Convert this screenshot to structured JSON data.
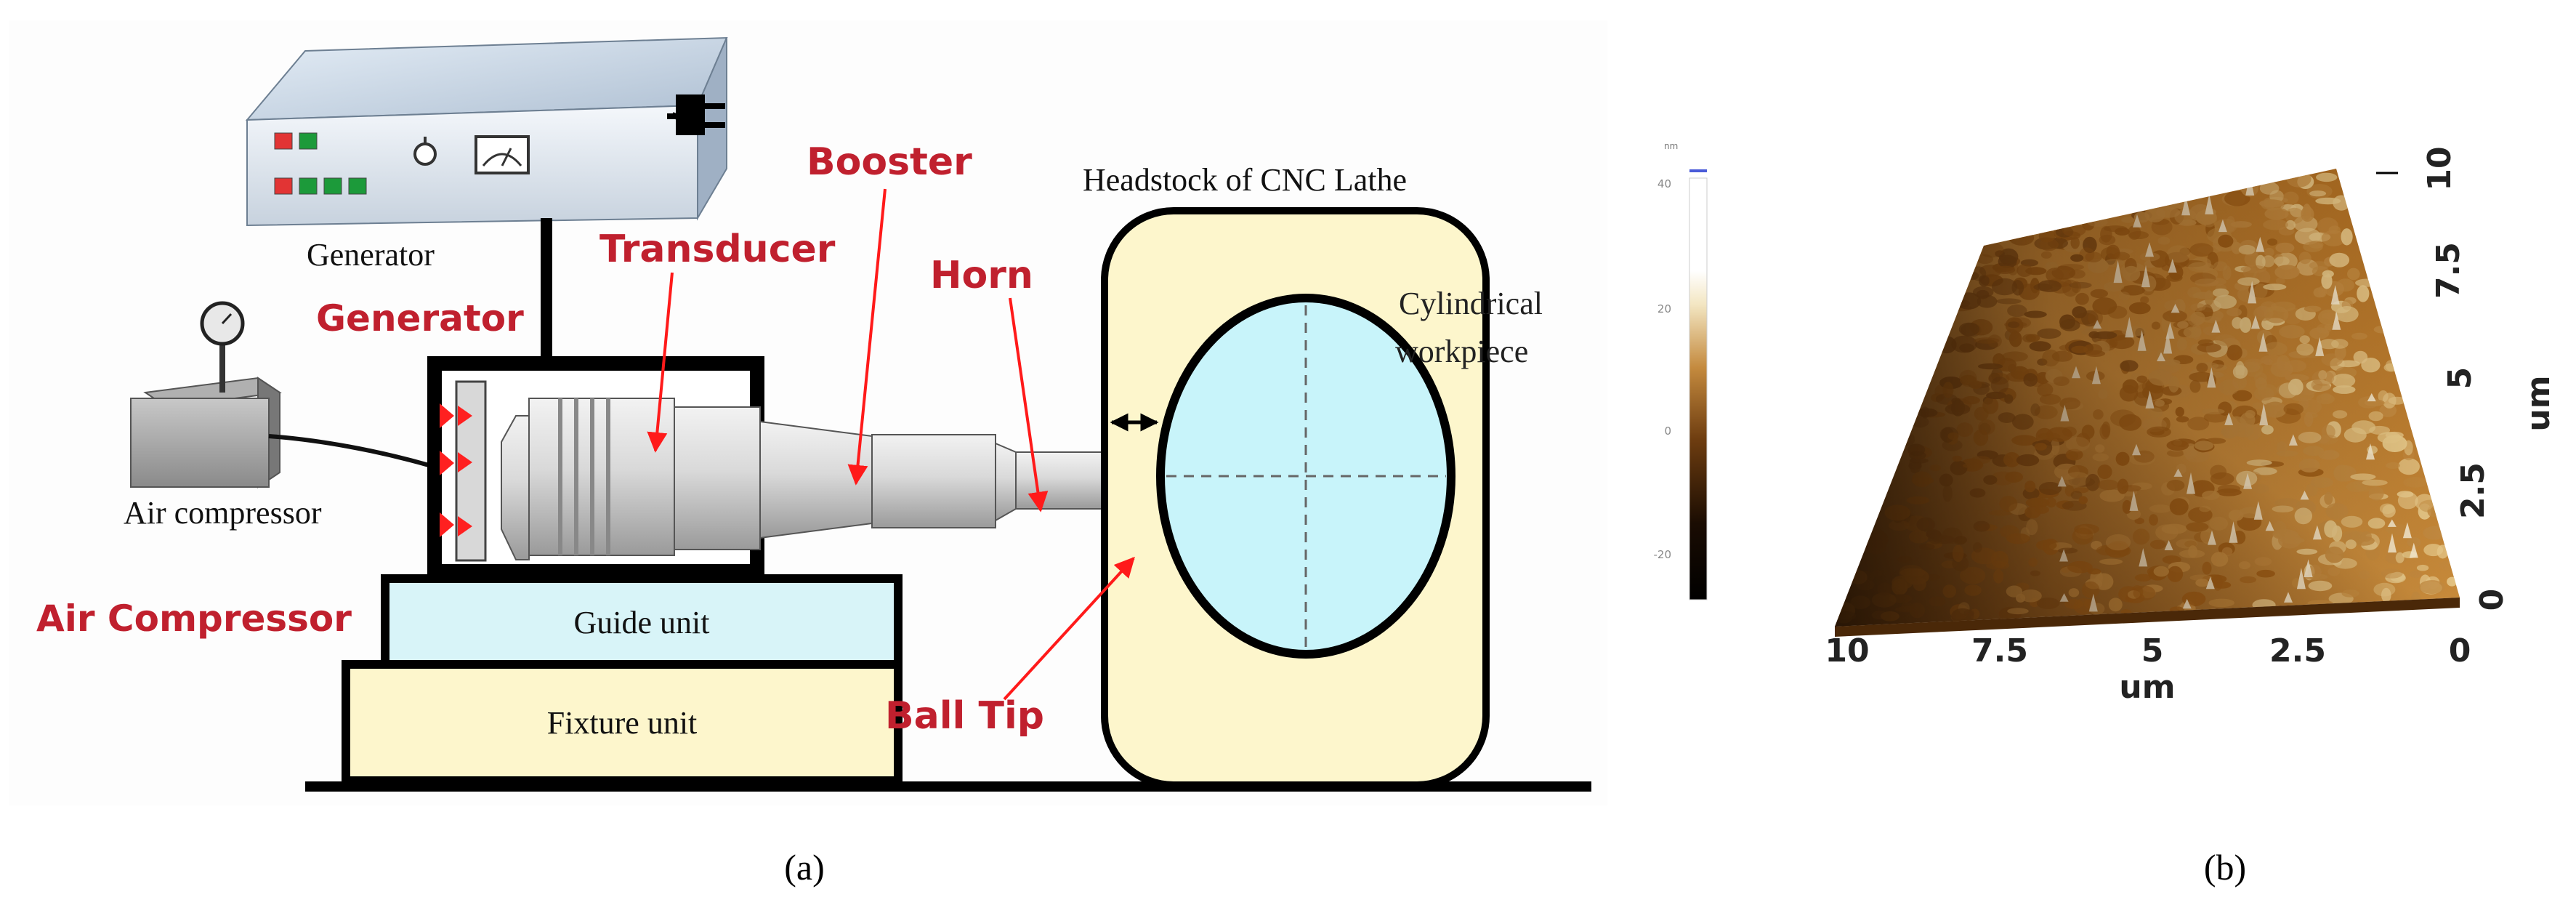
{
  "panel_a": {
    "labels": {
      "generator_small": "Generator",
      "generator": "Generator",
      "transducer": "Transducer",
      "booster": "Booster",
      "horn": "Horn",
      "headstock": "Headstock of CNC Lathe",
      "cylindrical": "Cylindrical",
      "workpiece": "workpiece",
      "air_compressor_small": "Air compressor",
      "air_compressor": "Air Compressor",
      "guide_unit": "Guide unit",
      "fixture_unit": "Fixture unit",
      "ball_tip": "Ball Tip"
    },
    "caption": "(a)",
    "colors": {
      "red_label": "#c0202e",
      "arrow": "#ff1a1a",
      "unit_fill": "#fdf6cc",
      "guide_fill": "#d8f4f8",
      "workpiece_fill": "#c8f4fa"
    }
  },
  "panel_b": {
    "scale_unit": "nm",
    "scale_ticks": [
      "40",
      "20",
      "0",
      "-20"
    ],
    "x_ticks": [
      "10",
      "7.5",
      "5",
      "2.5",
      "0"
    ],
    "x_label": "um",
    "y_ticks": [
      "0",
      "2.5",
      "5",
      "7.5",
      "10"
    ],
    "y_label": "um",
    "caption": "(b)",
    "colors": {
      "dark": "#3a1e06",
      "mid": "#9b5a14",
      "light": "#e7c98a",
      "peak": "#f8efd6"
    }
  }
}
